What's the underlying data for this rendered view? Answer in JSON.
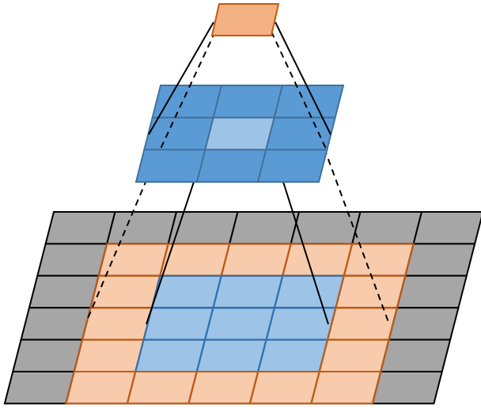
{
  "colors": {
    "background": "#ffffff",
    "grid_gray": "#a6a6a6",
    "grid_orange": "#f8cbad",
    "grid_blue_light": "#9dc3e6",
    "grid_blue_dark": "#5b9bd5",
    "blue_highlight": "#9dc3e6",
    "top_orange": "#f4b183",
    "orange_stroke": "#c55a11",
    "blue_stroke": "#2e75b6",
    "blue_mid_stroke": "#41719c",
    "line": "#000000"
  },
  "layers": {
    "bottom": {
      "rows": 6,
      "cols": 7,
      "padding_cells": 1
    },
    "middle": {
      "rows": 3,
      "cols": 3,
      "highlight_row": 1,
      "highlight_col": 1
    },
    "top": {
      "rows": 1,
      "cols": 1
    }
  }
}
